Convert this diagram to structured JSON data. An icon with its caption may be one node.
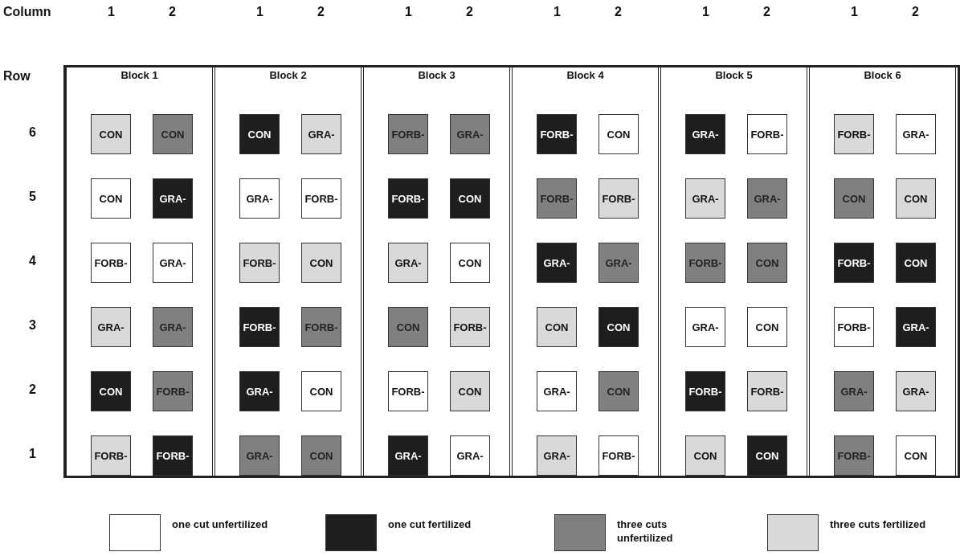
{
  "diagram": {
    "nodes": [
      {
        "text": [
          "Block 1"
        ]
      },
      {
        "text": [
          "CON"
        ],
        "in": 0
      },
      {
        "text": [
          "CON"
        ],
        "in": 0
      },
      {
        "text": [
          "CON"
        ],
        "in": 0
      },
      {
        "text": [
          "GRA-"
        ],
        "in": 0
      },
      {
        "text": [
          "FORB-"
        ],
        "in": 0
      },
      {
        "text": [
          "GRA-"
        ],
        "in": 0
      },
      {
        "text": [
          "GRA-"
        ],
        "in": 0
      },
      {
        "text": [
          "GRA-"
        ],
        "in": 0
      },
      {
        "text": [
          "CON"
        ],
        "in": 0
      },
      {
        "text": [
          "FORB-"
        ],
        "in": 0
      },
      {
        "text": [
          "FORB-"
        ],
        "in": 0
      },
      {
        "text": [
          "FORB-"
        ],
        "in": 0
      },
      {
        "text": [
          "Block 2"
        ]
      },
      {
        "text": [
          "CON"
        ],
        "in": 13
      },
      {
        "text": [
          "GRA-"
        ],
        "in": 13
      },
      {
        "text": [
          "GRA-"
        ],
        "in": 13
      },
      {
        "text": [
          "FORB-"
        ],
        "in": 13
      },
      {
        "text": [
          "FORB-"
        ],
        "in": 13
      },
      {
        "text": [
          "CON"
        ],
        "in": 13
      },
      {
        "text": [
          "FORB-"
        ],
        "in": 13
      },
      {
        "text": [
          "FORB-"
        ],
        "in": 13
      },
      {
        "text": [
          "GRA-"
        ],
        "in": 13
      },
      {
        "text": [
          "CON"
        ],
        "in": 13
      },
      {
        "text": [
          "GRA-"
        ],
        "in": 13
      },
      {
        "text": [
          "CON"
        ],
        "in": 13
      },
      {
        "text": [
          "Block 3"
        ]
      },
      {
        "text": [
          "FORB-"
        ],
        "in": 26
      },
      {
        "text": [
          "GRA-"
        ],
        "in": 26
      },
      {
        "text": [
          "FORB-"
        ],
        "in": 26
      },
      {
        "text": [
          "CON"
        ],
        "in": 26
      },
      {
        "text": [
          "GRA-"
        ],
        "in": 26
      },
      {
        "text": [
          "CON"
        ],
        "in": 26
      },
      {
        "text": [
          "CON"
        ],
        "in": 26
      },
      {
        "text": [
          "FORB-"
        ],
        "in": 26
      },
      {
        "text": [
          "FORB-"
        ],
        "in": 26
      },
      {
        "text": [
          "CON"
        ],
        "in": 26
      },
      {
        "text": [
          "GRA-"
        ],
        "in": 26
      },
      {
        "text": [
          "GRA-"
        ],
        "in": 26
      },
      {
        "text": [
          "Block 4"
        ]
      },
      {
        "text": [
          "FORB-"
        ],
        "in": 39
      },
      {
        "text": [
          "CON"
        ],
        "in": 39
      },
      {
        "text": [
          "FORB-"
        ],
        "in": 39
      },
      {
        "text": [
          "FORB-"
        ],
        "in": 39
      },
      {
        "text": [
          "GRA-"
        ],
        "in": 39
      },
      {
        "text": [
          "GRA-"
        ],
        "in": 39
      },
      {
        "text": [
          "CON"
        ],
        "in": 39
      },
      {
        "text": [
          "CON"
        ],
        "in": 39
      },
      {
        "text": [
          "GRA-"
        ],
        "in": 39
      },
      {
        "text": [
          "CON"
        ],
        "in": 39
      },
      {
        "text": [
          "GRA-"
        ],
        "in": 39
      },
      {
        "text": [
          "FORB-"
        ],
        "in": 39
      },
      {
        "text": [
          "Block 5"
        ]
      },
      {
        "text": [
          "GRA-"
        ],
        "in": 52
      },
      {
        "text": [
          "FORB-"
        ],
        "in": 52
      },
      {
        "text": [
          "GRA-"
        ],
        "in": 52
      },
      {
        "text": [
          "GRA-"
        ],
        "in": 52
      },
      {
        "text": [
          "FORB-"
        ],
        "in": 52
      },
      {
        "text": [
          "CON"
        ],
        "in": 52
      },
      {
        "text": [
          "GRA-"
        ],
        "in": 52
      },
      {
        "text": [
          "CON"
        ],
        "in": 52
      },
      {
        "text": [
          "FORB-"
        ],
        "in": 52
      },
      {
        "text": [
          "FORB-"
        ],
        "in": 52
      },
      {
        "text": [
          "CON"
        ],
        "in": 52
      },
      {
        "text": [
          "CON"
        ],
        "in": 52
      },
      {
        "text": [
          "Block 6"
        ]
      },
      {
        "text": [
          "FORB-"
        ],
        "in": 65
      },
      {
        "text": [
          "GRA-"
        ],
        "in": 65
      },
      {
        "text": [
          "CON"
        ],
        "in": 65
      },
      {
        "text": [
          "CON"
        ],
        "in": 65
      },
      {
        "text": [
          "FORB-"
        ],
        "in": 65
      },
      {
        "text": [
          "CON"
        ],
        "in": 65
      },
      {
        "text": [
          "FORB-"
        ],
        "in": 65
      },
      {
        "text": [
          "GRA-"
        ],
        "in": 65
      },
      {
        "text": [
          "GRA-"
        ],
        "in": 65
      },
      {
        "text": [
          "GRA-"
        ],
        "in": 65
      },
      {
        "text": [
          "FORB-"
        ],
        "in": 65
      },
      {
        "text": [
          "CON"
        ],
        "in": 65
      }
    ],
    "labels": [
      "Column",
      "1",
      "2",
      "1",
      "2",
      "1",
      "2",
      "1",
      "2",
      "1",
      "2",
      "1",
      "2",
      "Row",
      "6",
      "5",
      "4",
      "3",
      "2",
      "1"
    ],
    "legend": [
      {
        "text": "one cut unfertilized",
        "color": "#ffffff"
      },
      {
        "text": "one cut fertilized",
        "color": "#1e1e1e"
      },
      {
        "text": "three cuts unfertilized",
        "color": "#808080"
      },
      {
        "text": "three cuts fertilized",
        "color": "#d9d9d9"
      }
    ]
  }
}
